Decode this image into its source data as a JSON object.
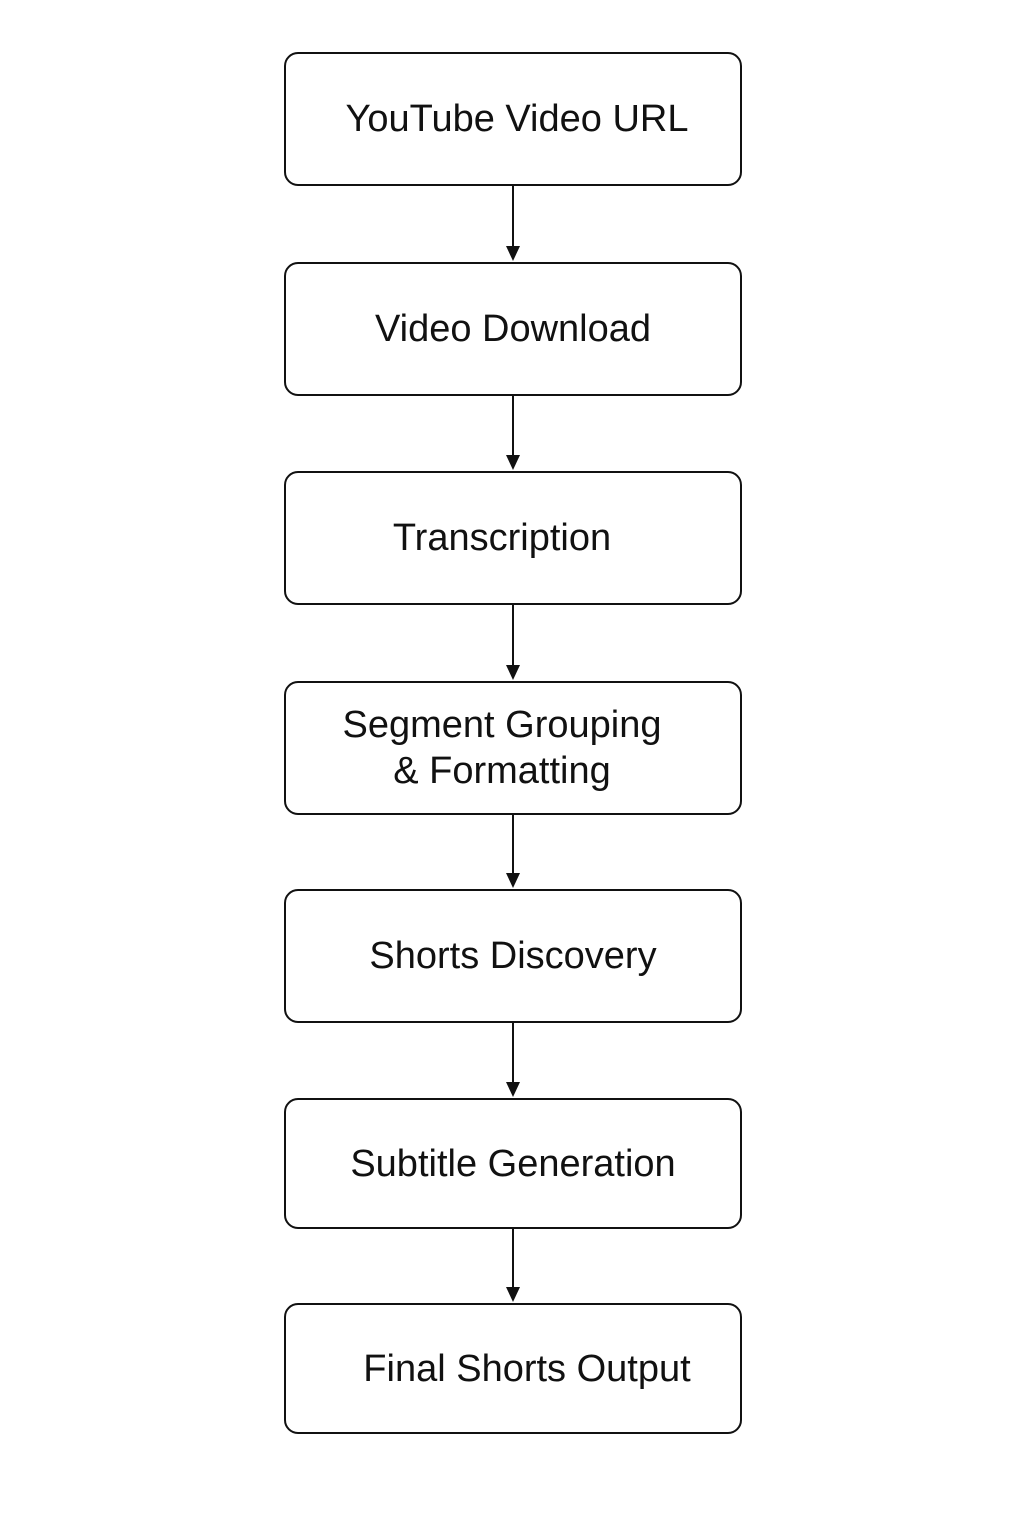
{
  "flowchart": {
    "steps": [
      {
        "label": "YouTube Video URL"
      },
      {
        "label": "Video Download"
      },
      {
        "label": "Transcription"
      },
      {
        "label": "Segment Grouping\n& Formatting"
      },
      {
        "label": "Shorts Discovery"
      },
      {
        "label": "Subtitle Generation"
      },
      {
        "label": "Final Shorts Output"
      }
    ],
    "arrow_color": "#111111",
    "border_color": "#111111"
  }
}
